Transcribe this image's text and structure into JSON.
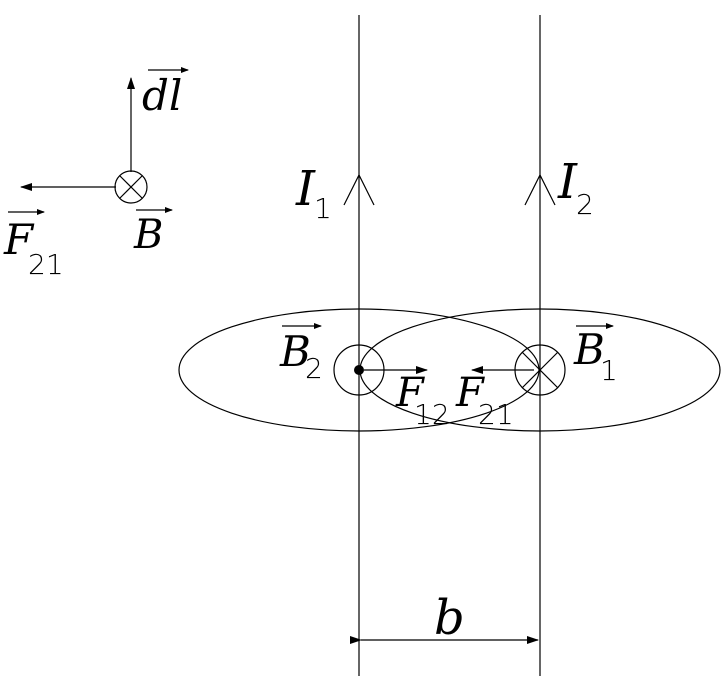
{
  "labels": {
    "dl": "dl",
    "F": "F",
    "B": "B",
    "I": "I",
    "b": "b",
    "sub_1": "1",
    "sub_2": "2",
    "sub_12": "12",
    "sub_21": "21"
  }
}
